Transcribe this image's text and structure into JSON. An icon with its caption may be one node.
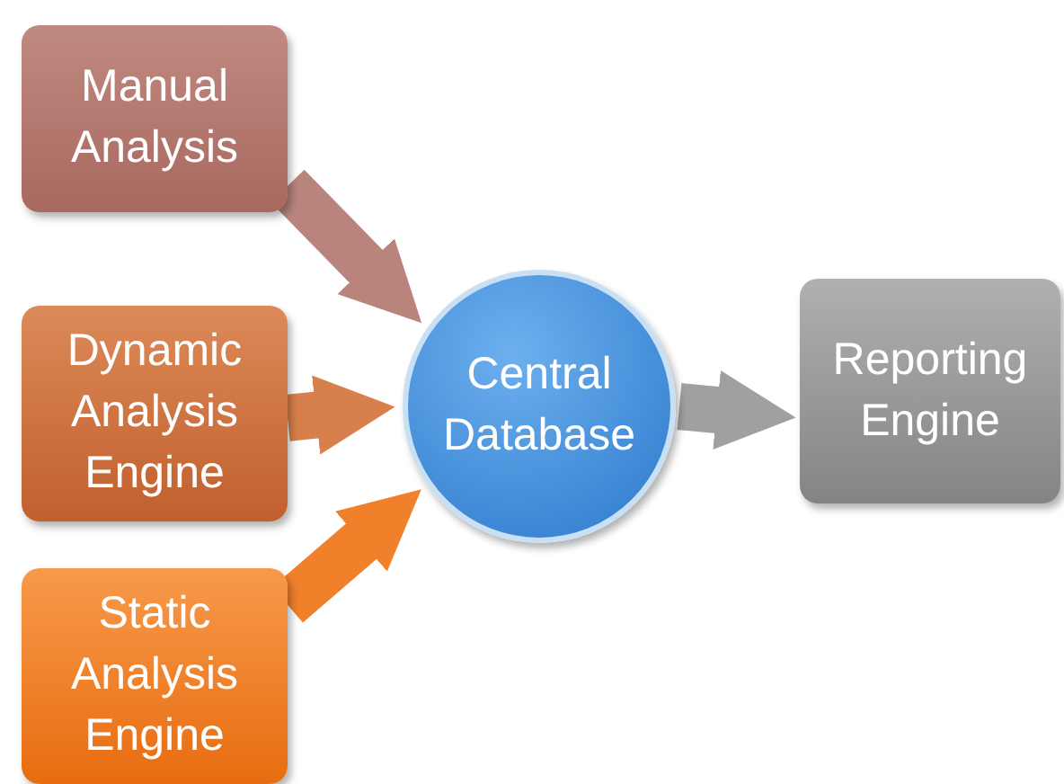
{
  "diagram": {
    "nodes": [
      {
        "text": [
          "Manual Analysis"
        ]
      },
      {
        "text": [
          "Dynamic Analysis Engine"
        ]
      },
      {
        "text": [
          "Static Analysis Engine"
        ]
      },
      {
        "text": [
          "Central Database"
        ]
      },
      {
        "text": [
          "Reporting Engine"
        ]
      }
    ],
    "edges": [
      {
        "from": 0,
        "to": 3,
        "arrow": "to",
        "color": "#b8847c"
      },
      {
        "from": 1,
        "to": 3,
        "arrow": "to",
        "color": "#d8804c"
      },
      {
        "from": 2,
        "to": 3,
        "arrow": "to",
        "color": "#f0802a"
      },
      {
        "from": 3,
        "to": 4,
        "arrow": "to",
        "color": "#a0a0a0"
      }
    ]
  }
}
